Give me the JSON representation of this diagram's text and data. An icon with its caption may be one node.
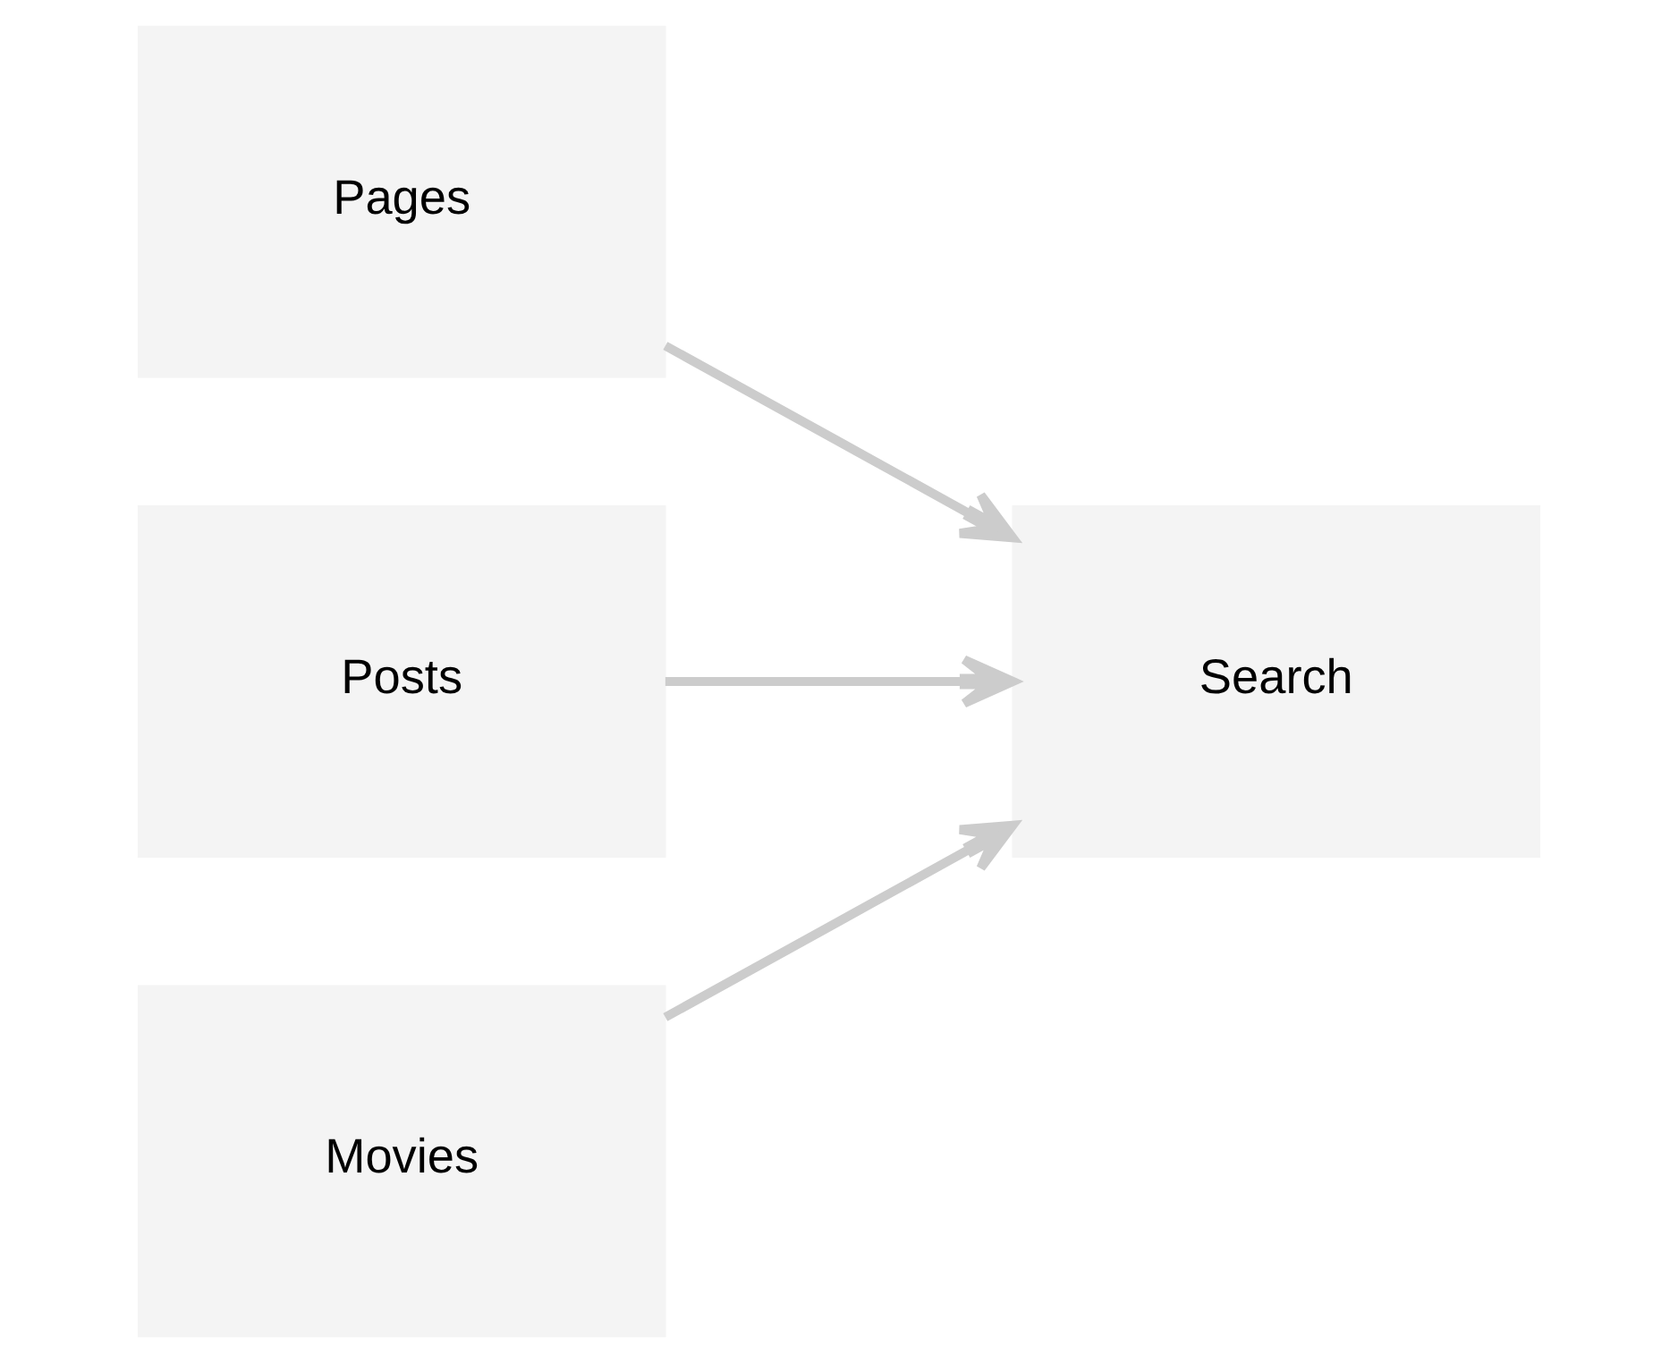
{
  "diagram": {
    "nodes": [
      {
        "text": [
          "Pages"
        ]
      },
      {
        "text": [
          "Posts"
        ]
      },
      {
        "text": [
          "Movies"
        ]
      },
      {
        "text": [
          "Search"
        ]
      }
    ],
    "edges": [
      {
        "from": 0,
        "to": 3,
        "arrow": "to"
      },
      {
        "from": 1,
        "to": 3,
        "arrow": "to"
      },
      {
        "from": 2,
        "to": 3,
        "arrow": "to"
      }
    ]
  }
}
